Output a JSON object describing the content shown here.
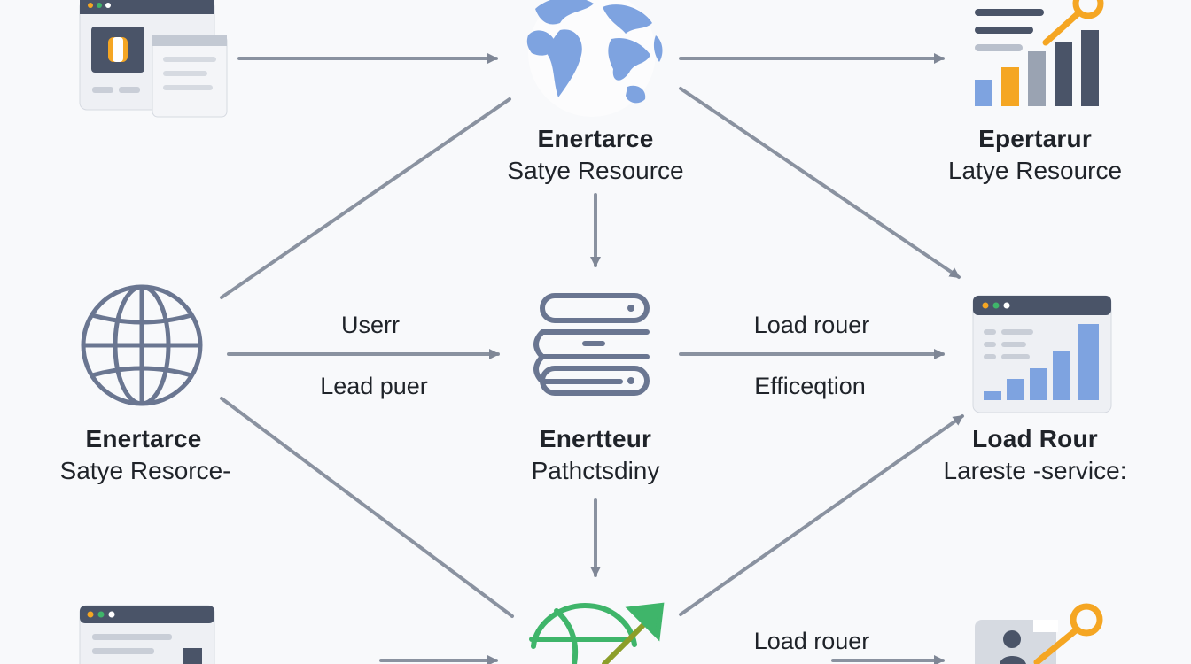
{
  "nodes": {
    "top_center": {
      "title": "Enertarce",
      "subtitle": "Satye Resource"
    },
    "top_right": {
      "title": "Epertarur",
      "subtitle": "Latye Resource"
    },
    "mid_left": {
      "title": "Enertarce",
      "subtitle": "Satye Resorce-"
    },
    "mid_center": {
      "title": "Enertteur",
      "subtitle": "Pathctsdiny"
    },
    "mid_right": {
      "title": "Load Rour",
      "subtitle": "Lareste -service:"
    }
  },
  "edge_labels": {
    "left_to_center_top": "Userr",
    "left_to_center_bottom": "Lead puer",
    "center_to_right_top": "Load rouer",
    "center_to_right_bottom": "Efficeqtion",
    "bottom_center_to_right": "Load rouer"
  },
  "colors": {
    "arrow": "#7f8796",
    "icon_dark": "#4a5468",
    "icon_light": "#e7eaef",
    "accent_blue": "#7ea3e0",
    "accent_orange": "#f5a623",
    "accent_green": "#3fb56a",
    "text": "#1f2329"
  },
  "icons": {
    "top_left": "browser-window-icon",
    "top_center": "world-globe-icon",
    "top_right": "bar-chart-key-icon",
    "mid_left": "wireframe-globe-icon",
    "mid_center": "server-stack-icon",
    "mid_right": "dashboard-window-icon",
    "bottom_left": "browser-window-icon",
    "bottom_center": "green-globe-arrow-icon",
    "bottom_right": "user-key-icon"
  }
}
